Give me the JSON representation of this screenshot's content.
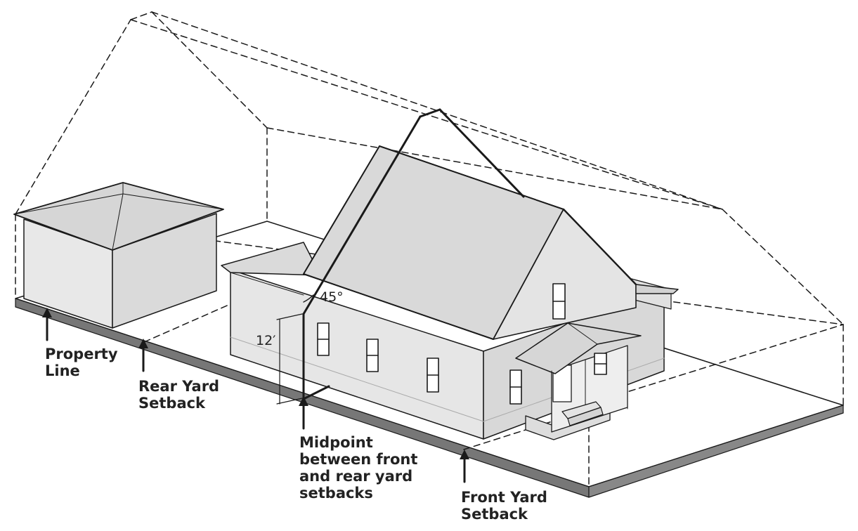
{
  "labels": {
    "property_line": [
      "Property",
      "Line"
    ],
    "rear_yard_setback": [
      "Rear Yard",
      "Setback"
    ],
    "midpoint": [
      "Midpoint",
      "between front",
      "and rear yard",
      "setbacks"
    ],
    "front_yard_setback": [
      "Front Yard",
      "Setback"
    ]
  },
  "annotations": {
    "angle": "45°",
    "height": "12′"
  },
  "colors": {
    "wall": "#e6e6e6",
    "wall_dark": "#d4d4d4",
    "roof": "#dcdcdc",
    "ground_edge": "#7a7a7a",
    "line": "#1a1a1a"
  }
}
